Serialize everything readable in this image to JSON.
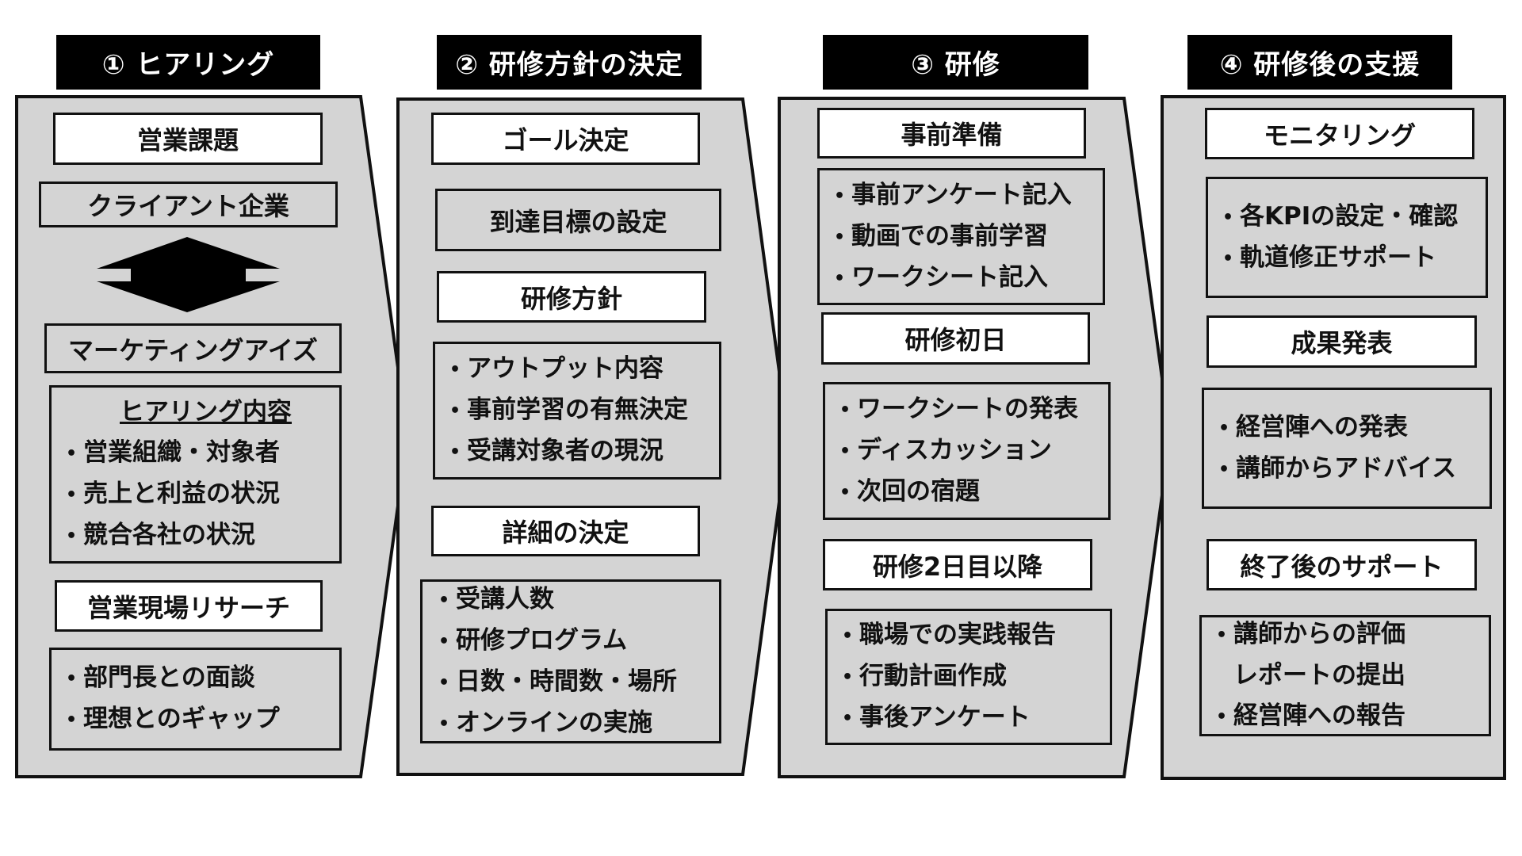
{
  "columns": [
    {
      "header": "① ヒアリング",
      "boxes": {
        "issue": "営業課題",
        "client": "クライアント企業",
        "company": "マーケティングアイズ",
        "hearing_title": "ヒアリング内容",
        "hearing_items": [
          "営業組織・対象者",
          "売上と利益の状況",
          "競合各社の状況"
        ],
        "research": "営業現場リサーチ",
        "research_items": [
          "部門長との面談",
          "理想とのギャップ"
        ]
      }
    },
    {
      "header": "② 研修方針の決定",
      "boxes": {
        "goal": "ゴール決定",
        "target": "到達目標の設定",
        "policy": "研修方針",
        "policy_items": [
          "アウトプット内容",
          "事前学習の有無決定",
          "受講対象者の現況"
        ],
        "detail": "詳細の決定",
        "detail_items": [
          "受講人数",
          "研修プログラム",
          "日数・時間数・場所",
          "オンラインの実施"
        ]
      }
    },
    {
      "header": "③ 研修",
      "boxes": {
        "prep": "事前準備",
        "prep_items": [
          "事前アンケート記入",
          "動画での事前学習",
          "ワークシート記入"
        ],
        "day1": "研修初日",
        "day1_items": [
          "ワークシートの発表",
          "ディスカッション",
          "次回の宿題"
        ],
        "day2": "研修2日目以降",
        "day2_items": [
          "職場での実践報告",
          "行動計画作成",
          "事後アンケート"
        ]
      }
    },
    {
      "header": "④ 研修後の支援",
      "boxes": {
        "monitor": "モニタリング",
        "monitor_items": [
          "各KPIの設定・確認",
          "軌道修正サポート"
        ],
        "results": "成果発表",
        "results_items": [
          "経営陣への発表",
          "講師からアドバイス"
        ],
        "after": "終了後のサポート",
        "after_items": [
          "講師からの評価",
          "レポートの提出",
          "経営陣への報告"
        ]
      }
    }
  ]
}
